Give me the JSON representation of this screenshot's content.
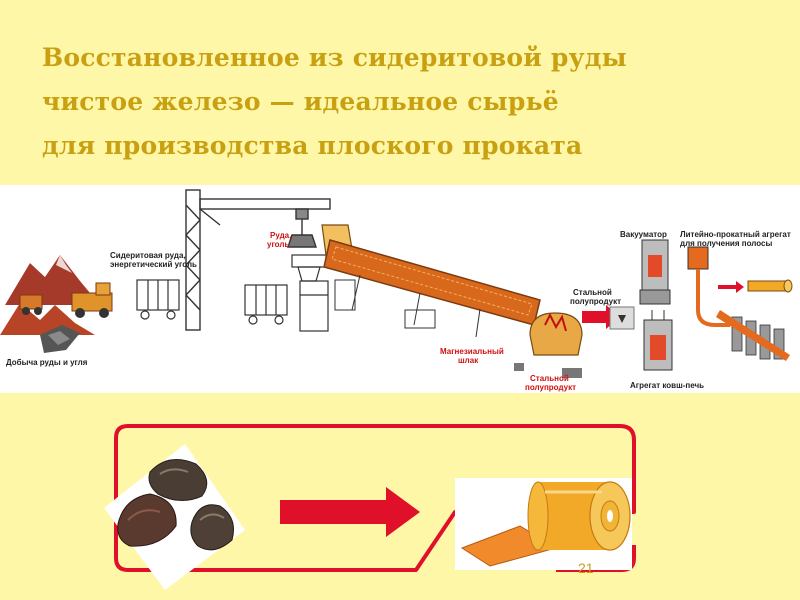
{
  "title": {
    "lines": [
      "Восстановленное из сидеритовой руды",
      "чистое железо — идеальное сырьё",
      "для производства плоского проката"
    ]
  },
  "diagram": {
    "labels": {
      "mining": "Добыча руды и угля",
      "siderite_l1": "Сидеритовая руда,",
      "siderite_l2": "энергетический уголь",
      "ore_coal_l1": "Руда,",
      "ore_coal_l2": "уголь",
      "magnesia_l1": "Магнезиальный",
      "magnesia_l2": "шлак",
      "steel_semi_low_l1": "Стальной",
      "steel_semi_low_l2": "полупродукт",
      "steel_semi_right_l1": "Стальной",
      "steel_semi_right_l2": "полупродукт",
      "vacuum": "Вакууматор",
      "casting_l1": "Литейно-прокатный агрегат",
      "casting_l2": "для получения полосы",
      "ladle_furnace": "Агрегат ковш-печь"
    }
  },
  "slide": {
    "page_number": "21"
  },
  "colors": {
    "background": "#FFF7A8",
    "title": "#C8A011",
    "frame_red": "#E0102A",
    "arrow_red": "#E0102A",
    "kiln_orange": "#D8681C",
    "roll_gold": "#F2A928"
  }
}
